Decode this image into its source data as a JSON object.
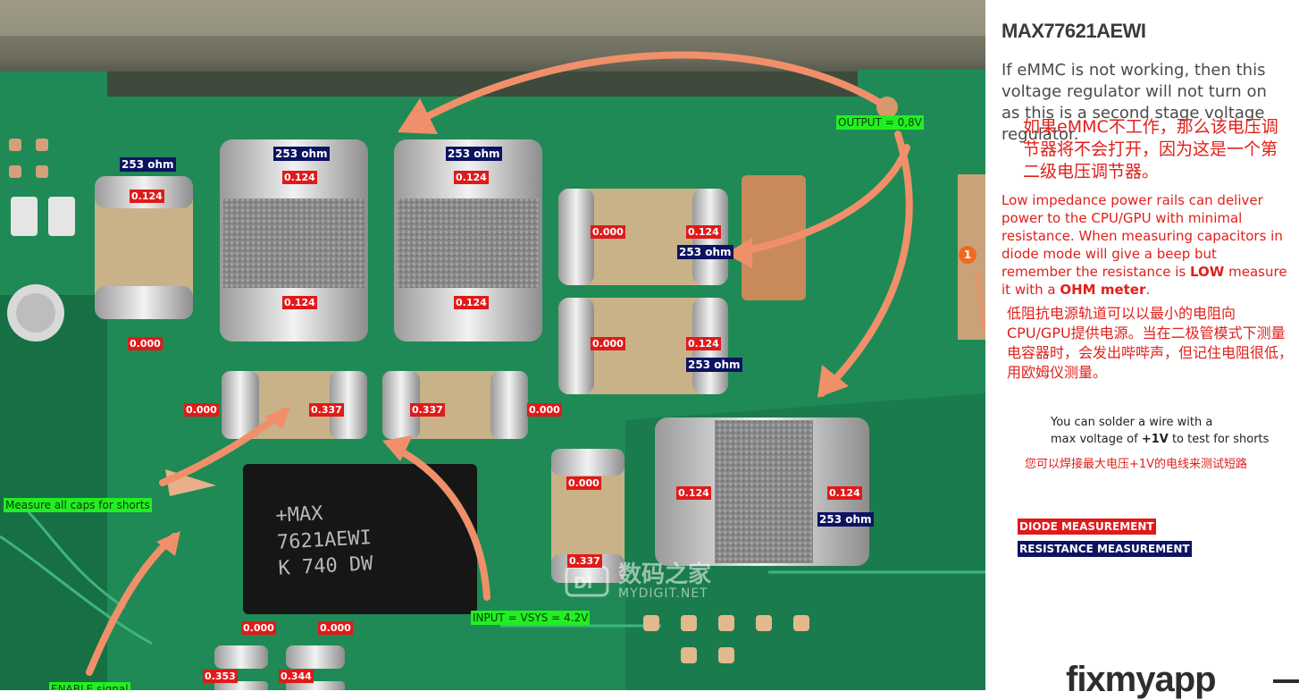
{
  "title": "MAX77621AEWI",
  "description_en": "If eMMC is not working, then this voltage regulator will not turn on as this is a second stage voltage regulator.",
  "description_cn": "如果eMMC不工作，那么该电压调节器将不会打开，因为这是一个第二级电压调节器。",
  "low_impedance_en": {
    "part1": "Low impedance power rails can deliver power to the CPU/GPU with minimal resistance. When measuring capacitors in diode mode will give a  beep but remember the resistance is ",
    "low": "LOW",
    "part2": " measure it with a ",
    "ohm": "OHM meter",
    "part3": "."
  },
  "low_impedance_cn": "低阻抗电源轨道可以以最小的电阻向CPU/GPU提供电源。当在二极管模式下测量电容器时，会发出哔哔声，但记住电阻很低，用欧姆仪测量。",
  "solder_tip_en": {
    "line1": "You can solder a wire with a",
    "line2a": "max voltage of ",
    "line2b": "+1V",
    "line2c": "  to test for shorts"
  },
  "solder_tip_cn": "您可以焊接最大电压+1V的电线来测试短路",
  "legend": {
    "diode": "DIODE MEASUREMENT",
    "resistance": "RESISTANCE MEASUREMENT"
  },
  "step_badge": "1",
  "brand": "fixmyapp",
  "labels": {
    "output": "OUTPUT = 0,8V",
    "input": "INPUT = VSYS = 4.2V",
    "measure_caps": "Measure all caps for shorts",
    "enable": "ENABLE signal"
  },
  "chip_marking": [
    "+MAX",
    "7621AEWI",
    "K 740 DW"
  ],
  "watermark": {
    "cn": "数码之家",
    "en": "MYDIGIT.NET"
  },
  "readings": {
    "ohm_253": "253 ohm",
    "v0124": "0.124",
    "v0000": "0.000",
    "v0337": "0.337",
    "v0353": "0.353",
    "v0344": "0.344"
  },
  "colors": {
    "diode_label": "#e01a1a",
    "resistance_label": "#0c1361",
    "signal_label": "#22ef22",
    "arrow": "#f0906a",
    "pcb": "#1f8a55"
  }
}
